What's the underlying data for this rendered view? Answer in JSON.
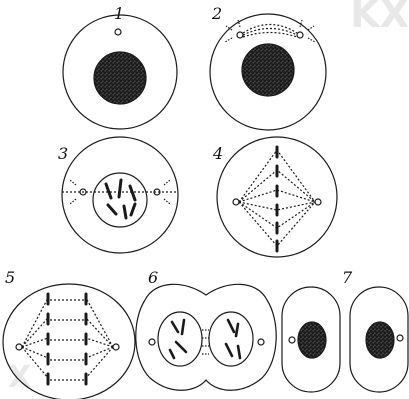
{
  "figure": {
    "stage_labels": [
      "1",
      "2",
      "3",
      "4",
      "5",
      "6",
      "7"
    ],
    "watermark_text": [
      "KX",
      "X"
    ],
    "colors": {
      "ink": "#1a1a1a",
      "nucleus_fill": "#3a3a3a",
      "watermark": "#e8e8e8"
    }
  }
}
